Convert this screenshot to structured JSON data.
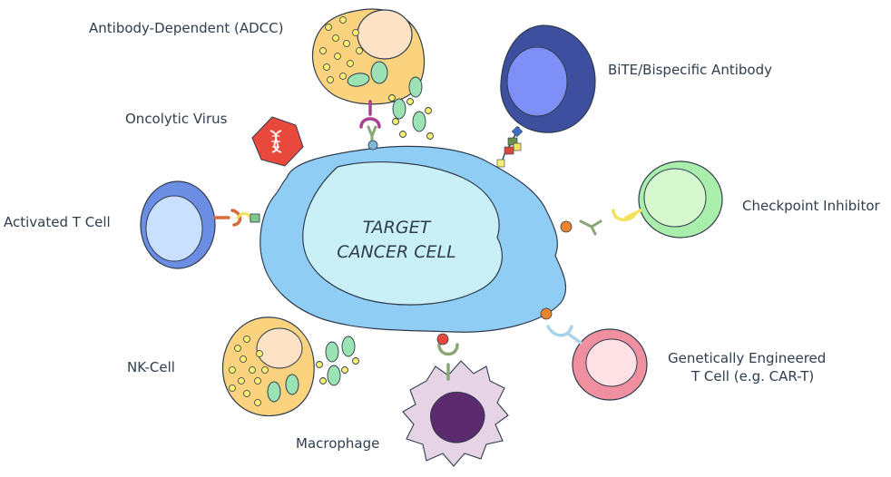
{
  "center": {
    "line1": "TARGET",
    "line2": "CANCER CELL"
  },
  "labels": {
    "adcc": "Antibody-Dependent (ADCC)",
    "bite": "BiTE/Bispecific Antibody",
    "oncolytic": "Oncolytic Virus",
    "activated_t": "Activated T Cell",
    "checkpoint": "Checkpoint Inhibitor",
    "nk": "NK-Cell",
    "car_t_line1": "Genetically Engineered",
    "car_t_line2": "T Cell (e.g. CAR-T)",
    "macrophage": "Macrophage"
  },
  "colors": {
    "cancer_outer": "#8fcdf5",
    "cancer_inner": "#c9f0f7",
    "granulocyte_body": "#fbd37f",
    "granule_yellow": "#f7ee6e",
    "vesicle_green": "#9be3b4",
    "bite_cell": "#3f4fa0",
    "bite_nucleus": "#7e8ff7",
    "checkpoint_cell": "#a9eeaa",
    "activated_t_cell": "#6b8de3",
    "car_t_cell": "#f08fa0",
    "macrophage_body": "#e7d3e6",
    "macrophage_nucleus": "#5c2a6e",
    "virus": "#e8493c"
  }
}
